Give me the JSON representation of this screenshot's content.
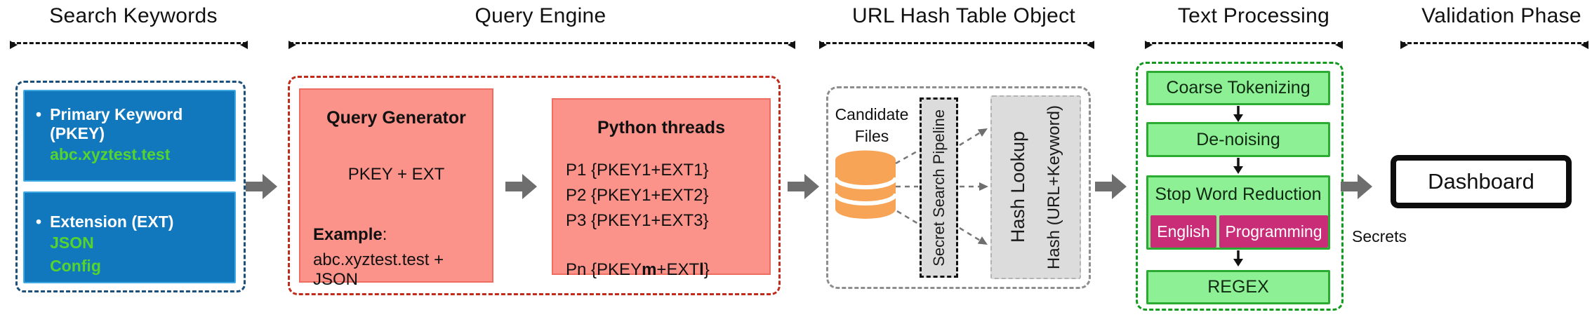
{
  "titles": {
    "search_keywords": "Search Keywords",
    "query_engine": "Query Engine",
    "url_hash": "URL Hash Table Object",
    "text_processing": "Text Processing",
    "validation": "Validation Phase"
  },
  "search_keywords": {
    "bullet": "•",
    "primary": {
      "label": "Primary Keyword (PKEY)",
      "value": "abc.xyztest.test"
    },
    "extension": {
      "label": "Extension (EXT)",
      "values": [
        "JSON",
        "Config"
      ]
    }
  },
  "query_engine": {
    "generator": {
      "title": "Query Generator",
      "formula": "PKEY + EXT",
      "example_label": "Example",
      "example_colon": ":",
      "example_value": "abc.xyztest.test + JSON"
    },
    "threads": {
      "title": "Python threads",
      "lines": [
        "P1 {PKEY1+EXT1}",
        "P2 {PKEY1+EXT2}",
        "P3 {PKEY1+EXT3}"
      ],
      "pn_line": {
        "p1": "Pn {PKEY",
        "b1": "m",
        "p2": "+EXT",
        "b2": "l",
        "p3": "}"
      }
    }
  },
  "url_hash": {
    "candidate_line1": "Candidate",
    "candidate_line2": "Files",
    "pipeline_label": "Secret Search Pipeline",
    "hash_lookup_label": "Hash Lookup",
    "hash_formula_label": "Hash (URL+Keyword)"
  },
  "text_processing": {
    "steps": [
      "Coarse Tokenizing",
      "De-noising",
      "Stop Word Reduction",
      "REGEX"
    ],
    "dictionaries": [
      "English",
      "Programming"
    ]
  },
  "validation": {
    "dashboard_label": "Dashboard",
    "secrets_label": "Secrets"
  },
  "colors": {
    "ink": "#111111",
    "blue_fill": "#1178be",
    "blue_border": "#3fa9e1",
    "navy_dash": "#1b4f7c",
    "green_text": "#56d42e",
    "red_dash": "#c22b1b",
    "salmon_fill": "#fc938a",
    "salmon_border": "#ee6e62",
    "gray_dash": "#8e8e8e",
    "pipeline_fill": "#dcdcdc",
    "hash_border": "#b3b3b3",
    "orange": "#f7a457",
    "tp_dash": "#129a1e",
    "step_fill": "#8df095",
    "step_border": "#2cab33",
    "magenta": "#c92d78",
    "arrow_gray": "#6e6e6e"
  }
}
